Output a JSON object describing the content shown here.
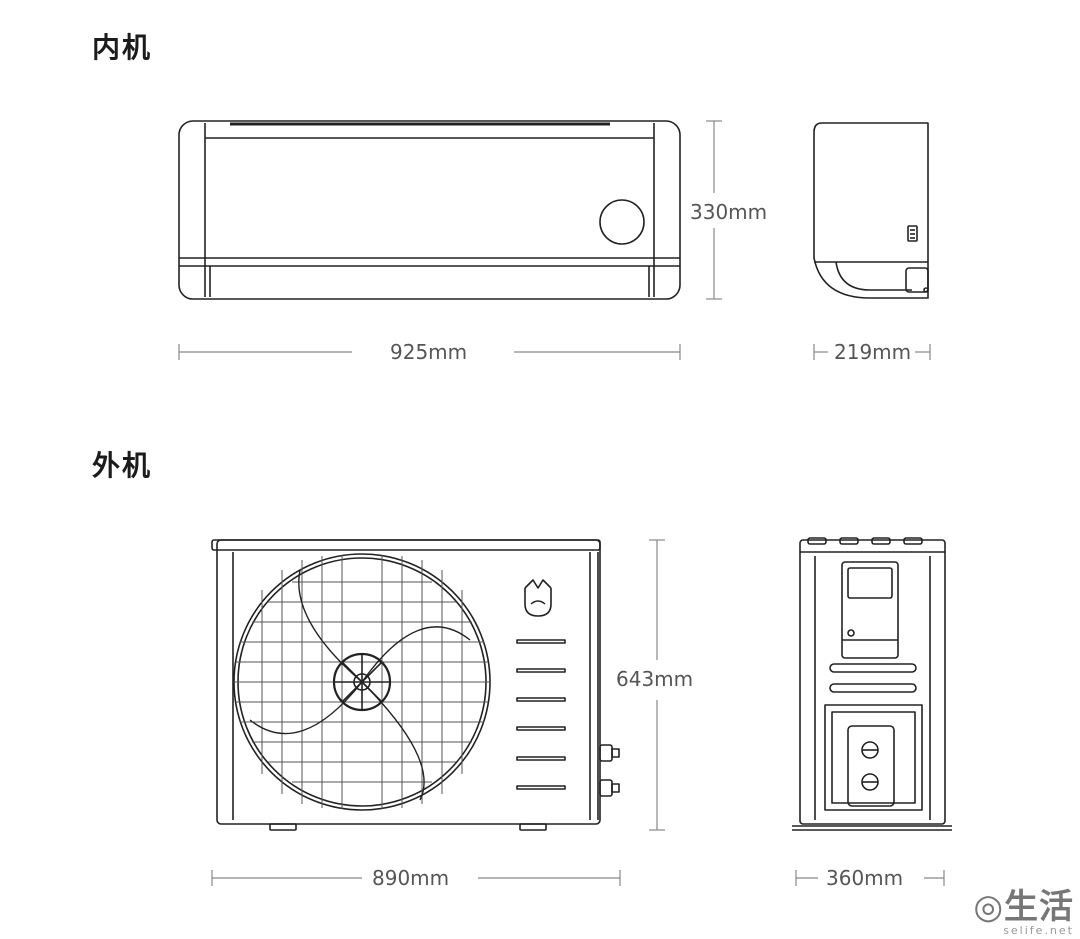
{
  "indoor_unit": {
    "title": "内机",
    "height_label": "330mm",
    "width_label": "925mm",
    "depth_label": "219mm"
  },
  "outdoor_unit": {
    "title": "外机",
    "height_label": "643mm",
    "width_label": "890mm",
    "depth_label": "360mm"
  },
  "watermark": {
    "text": "生活",
    "url": "selife.net"
  }
}
